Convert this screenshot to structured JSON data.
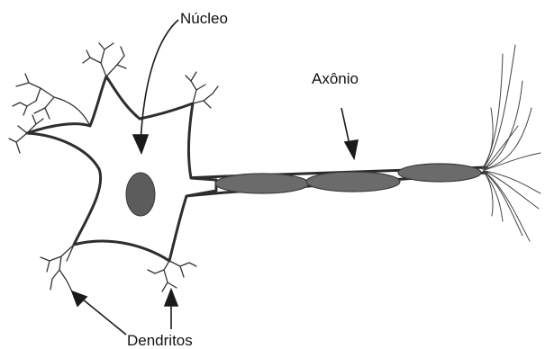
{
  "labels": {
    "nucleus": "Núcleo",
    "axon": "Axônio",
    "dendrites": "Dendritos"
  },
  "colors": {
    "myelin": "#6b6b6b",
    "nucleus": "#5c5c5c",
    "outline": "#2e2e2e",
    "background": "#ffffff"
  }
}
